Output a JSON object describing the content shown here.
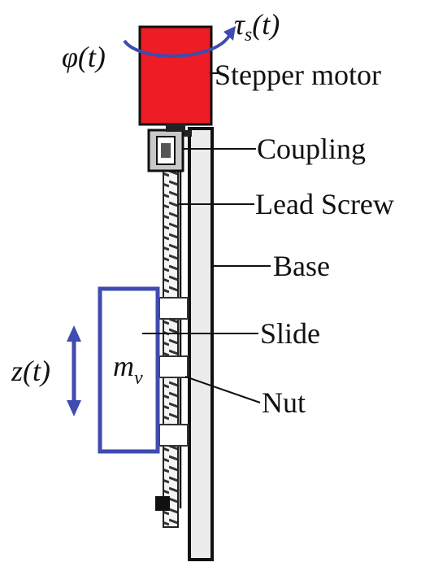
{
  "labels": {
    "motor": "Stepper motor",
    "coupling": "Coupling",
    "lead_screw": "Lead Screw",
    "base": "Base",
    "slide": "Slide",
    "nut": "Nut"
  },
  "symbols": {
    "angle": "φ(t)",
    "torque_base": "τ",
    "torque_sub": "s",
    "torque_arg": "(t)",
    "displacement": "z(t)",
    "mass_base": "m",
    "mass_sub": "v"
  },
  "colors": {
    "motor": "#ee1c24",
    "annotation": "#3f4bb0",
    "outline": "#111111"
  }
}
